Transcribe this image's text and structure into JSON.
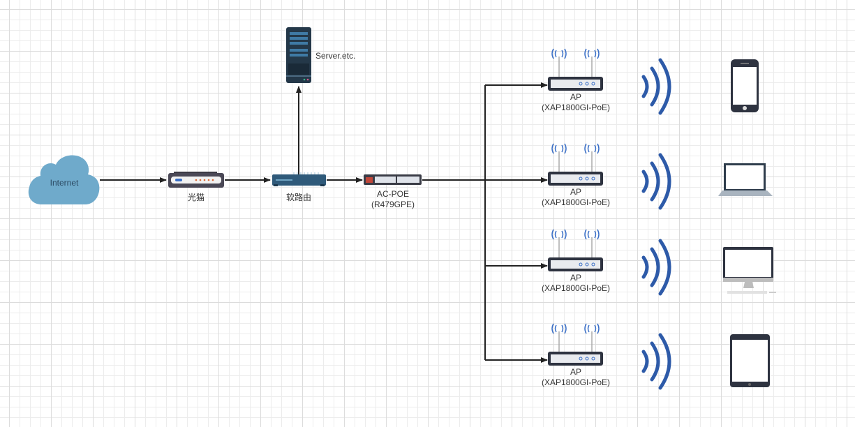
{
  "diagram": {
    "nodes": {
      "internet": {
        "label": "Internet"
      },
      "modem": {
        "label": "光猫"
      },
      "router": {
        "label": "软路由"
      },
      "server": {
        "label": "Server.etc."
      },
      "poe": {
        "label": "AC-POE",
        "model": "(R479GPE)"
      },
      "aps": [
        {
          "label": "AP",
          "model": "(XAP1800GI-PoE)",
          "client": "phone"
        },
        {
          "label": "AP",
          "model": "(XAP1800GI-PoE)",
          "client": "laptop"
        },
        {
          "label": "AP",
          "model": "(XAP1800GI-PoE)",
          "client": "desktop"
        },
        {
          "label": "AP",
          "model": "(XAP1800GI-PoE)",
          "client": "tablet"
        }
      ]
    },
    "edges": [
      {
        "from": "internet",
        "to": "modem"
      },
      {
        "from": "modem",
        "to": "router"
      },
      {
        "from": "router",
        "to": "server"
      },
      {
        "from": "router",
        "to": "poe"
      },
      {
        "from": "poe",
        "to": "ap-1"
      },
      {
        "from": "poe",
        "to": "ap-2"
      },
      {
        "from": "poe",
        "to": "ap-3"
      },
      {
        "from": "poe",
        "to": "ap-4"
      }
    ],
    "colors": {
      "cloud": "#6faacb",
      "wifi": "#2d5aa8",
      "device": "#2e3340",
      "line": "#222222"
    }
  }
}
